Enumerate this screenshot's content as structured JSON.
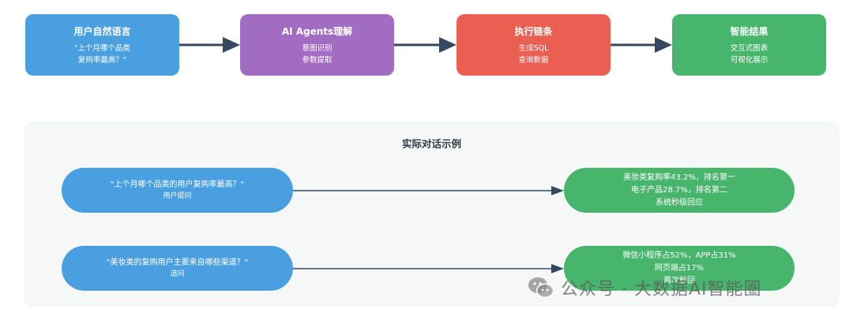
{
  "flow": [
    {
      "title": "用户自然语言",
      "lines": [
        "\"上个月哪个品类",
        "复购率最高？\""
      ],
      "color": "#4a9fe0"
    },
    {
      "title": "AI Agents理解",
      "lines": [
        "意图识别",
        "参数提取"
      ],
      "color": "#a36cc3"
    },
    {
      "title": "执行链条",
      "lines": [
        "生成SQL",
        "查询数据"
      ],
      "color": "#ea5f52"
    },
    {
      "title": "智能结果",
      "lines": [
        "交互式图表",
        "可视化展示"
      ],
      "color": "#47b56c"
    }
  ],
  "example": {
    "title": "实际对话示例",
    "rows": [
      {
        "question": {
          "text": "\"上个月哪个品类的用户复购率最高？\"",
          "role": "用户提问"
        },
        "answer": {
          "lines": [
            "美妆类复购率43.2%，排名第一",
            "电子产品28.7%，排名第二",
            "系统秒级回应"
          ]
        }
      },
      {
        "question": {
          "text": "\"美妆类的复购用户主要来自哪些渠道？\"",
          "role": "追问"
        },
        "answer": {
          "lines": [
            "微信小程序占52%，APP占31%",
            "网页端占17%",
            "再次秒回"
          ]
        }
      }
    ]
  },
  "watermark": {
    "text": "公众号 · 大数据AI智能圈",
    "icon": "wechat-icon"
  },
  "colors": {
    "arrow": "#34495e",
    "panel_bg": "#f6f8f8"
  }
}
